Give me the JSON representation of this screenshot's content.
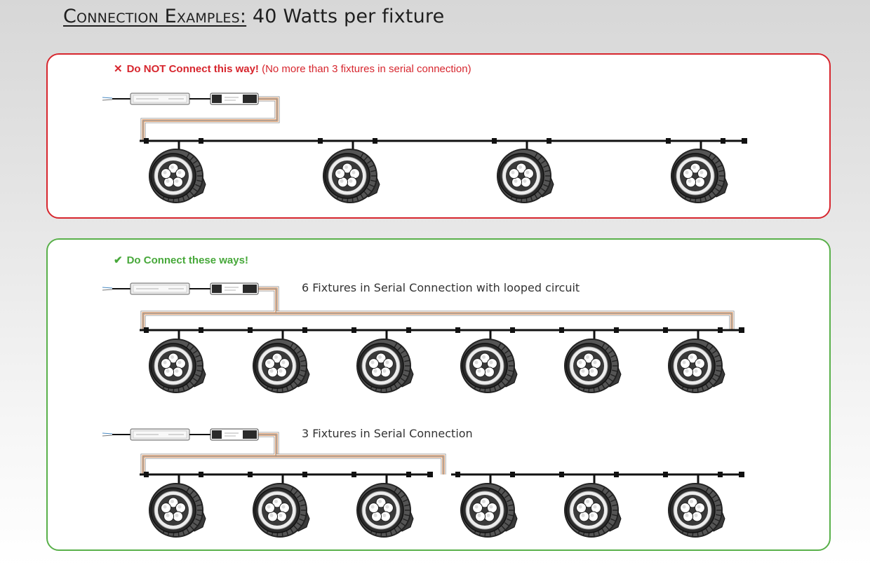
{
  "title": {
    "heading": "Connection Examples:",
    "rest": " 40 Watts per fixture"
  },
  "bad_panel": {
    "mark": "✕",
    "strong": "Do NOT Connect this way!",
    "note": " (No more than 3 fixtures in serial connection)",
    "fixture_count": 4
  },
  "good_panel": {
    "mark": "✔",
    "strong": "Do Connect these ways!",
    "example_looped": {
      "caption": "6 Fixtures in Serial Connection with looped circuit",
      "fixture_count": 6
    },
    "example_serial": {
      "caption": "3 Fixtures in Serial Connection",
      "fixture_count": 6
    }
  },
  "colors": {
    "bad": "#d7262e",
    "good": "#59b04a",
    "cable": "#111111",
    "wire_orange": "#e08a4a",
    "fixture_body": "#555555",
    "fixture_ring": "#2b2b2b"
  }
}
